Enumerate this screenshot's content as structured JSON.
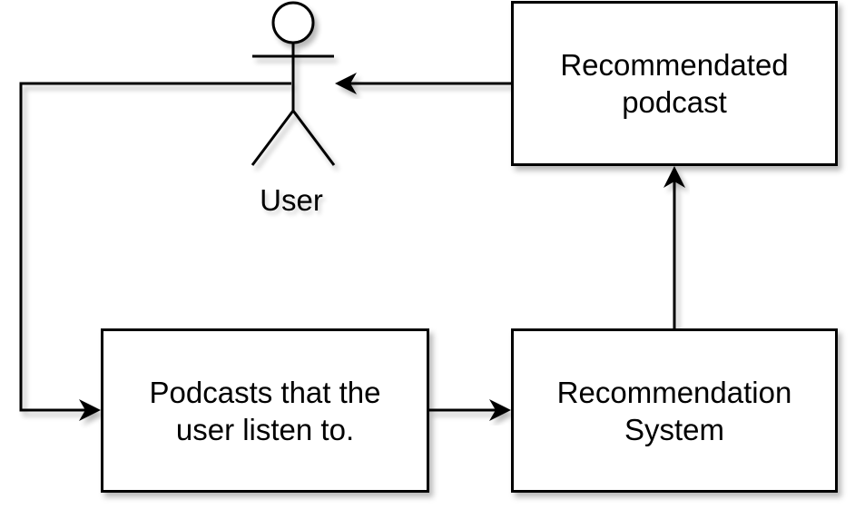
{
  "actor": {
    "label": "User"
  },
  "boxes": {
    "recommended_podcast": {
      "line1": "Recommendated",
      "line2": "podcast"
    },
    "podcasts_listened": {
      "line1": "Podcasts that the",
      "line2": "user listen to."
    },
    "recommendation_system": {
      "line1": "Recommendation",
      "line2": "System"
    }
  },
  "style": {
    "stroke_color": "#000000",
    "fill_color": "#ffffff"
  }
}
